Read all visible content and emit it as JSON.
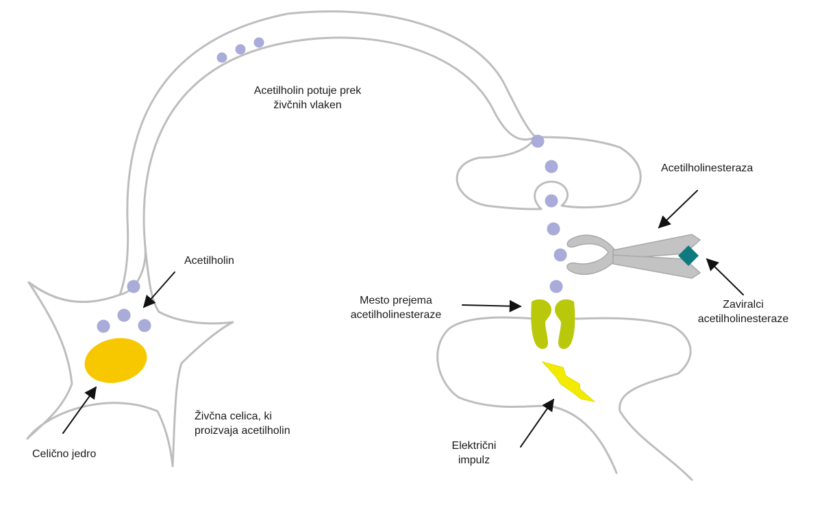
{
  "labels": {
    "fiber_text": {
      "line1": "Acetilholin potuje prek",
      "line2": "živčnih vlaken"
    },
    "acetylcholine": "Acetilholin",
    "nucleus": "Celično jedro",
    "nerve_cell": {
      "line1": "Živčna celica, ki",
      "line2": "proizvaja acetilholin"
    },
    "enzyme": "Acetilholinesteraza",
    "receptor_site": {
      "line1": "Mesto prejema",
      "line2": "acetilholinesteraze"
    },
    "inhibitors": {
      "line1": "Zaviralci",
      "line2": "acetilholinesteraze"
    },
    "impulse": {
      "line1": "Električni",
      "line2": "impulz"
    }
  },
  "colors": {
    "membrane": "#bdbdbd",
    "vesicle": "#a9abd8",
    "nucleus": "#f7c800",
    "receptor": "#b9c80a",
    "enzyme": "#c3c3c3",
    "inhibitor": "#0e7a80",
    "lightning": "#f2ea00",
    "arrow": "#111111",
    "text": "#1a1a1a"
  },
  "icons": {
    "enzyme": "scissors-icon",
    "inhibitor": "diamond-icon",
    "impulse": "lightning-icon",
    "receptor": "receptor-icon"
  }
}
